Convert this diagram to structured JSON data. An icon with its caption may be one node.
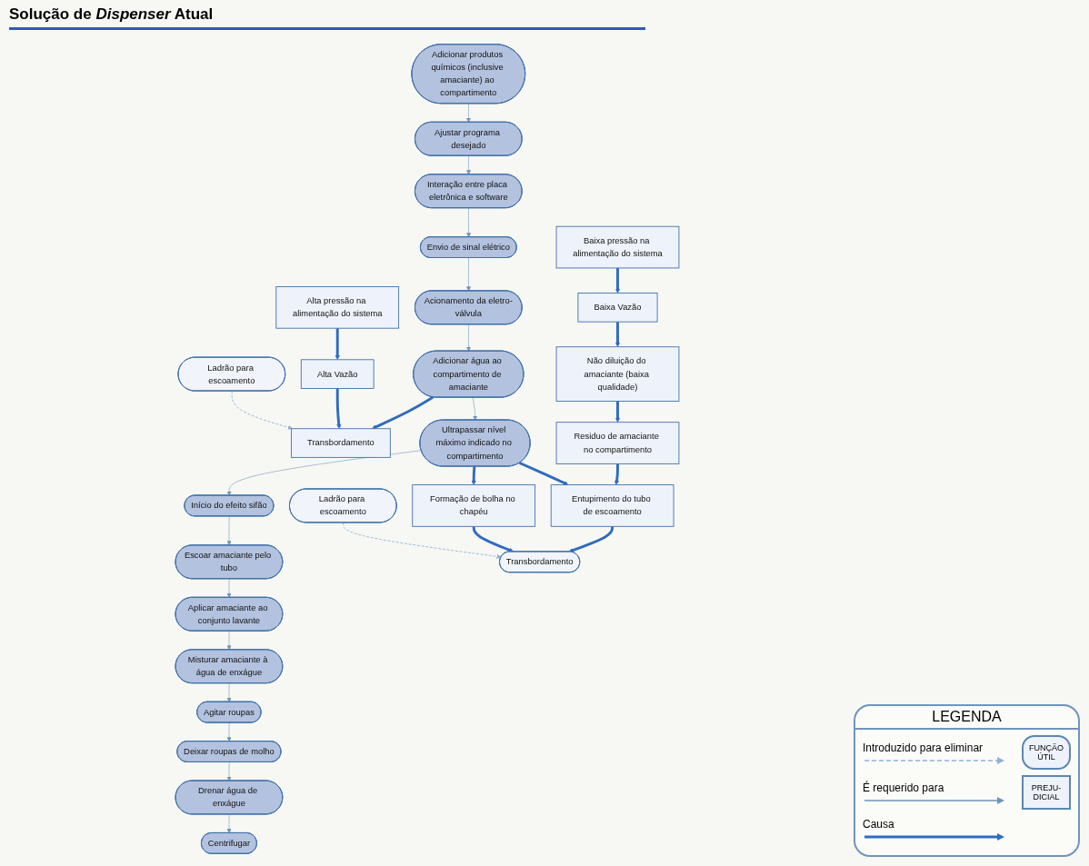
{
  "diagram": {
    "title": "Solução de *Dispenser* Atual",
    "nodes": [
      {
        "text": [
          "Ajustar programa desejado"
        ]
      },
      {
        "text": [
          "Interação entre placa eletrônica e software"
        ]
      },
      {
        "text": [
          "Envio de sinal elétrico"
        ]
      },
      {
        "text": [
          "Acionamento da eletro-válvula"
        ]
      },
      {
        "text": [
          "Adicionar água ao compartimento de amaciante"
        ]
      },
      {
        "text": [
          "Adicionar produtos químicos (inclusive amaciante) ao compartimento"
        ]
      },
      {
        "text": [
          "Ladrão para escoamento"
        ]
      },
      {
        "text": [
          "Transbordamento"
        ]
      },
      {
        "text": [
          "Alta Vazão"
        ]
      },
      {
        "text": [
          "Alta pressão na alimentação do sistema"
        ]
      },
      {
        "text": [
          "Misturar amaciante à água de enxágue"
        ]
      },
      {
        "text": [
          "Aplicar amaciante ao conjunto lavante"
        ]
      },
      {
        "text": [
          "Escoar amaciante pelo tubo"
        ]
      },
      {
        "text": [
          "Início do efeito sifão"
        ]
      },
      {
        "text": [
          "Ultrapassar nível máximo indicado no compartimento"
        ]
      },
      {
        "text": [
          "Agitar roupas"
        ]
      },
      {
        "text": [
          "Baixa pressão na alimentação do sistema"
        ]
      },
      {
        "text": [
          "Baixa Vazão"
        ]
      },
      {
        "text": [
          "Não diluição do amaciante (baixa qualidade)"
        ]
      },
      {
        "text": [
          "Residuo de amaciante no compartimento"
        ]
      },
      {
        "text": [
          "Deixar roupas de molho"
        ]
      },
      {
        "text": [
          "Entupimento do tubo de escoamento"
        ]
      },
      {
        "text": [
          "Formação de bolha no chapéu"
        ]
      },
      {
        "text": [
          "Drenar água de enxágue"
        ]
      },
      {
        "text": [
          "Centrifugar"
        ]
      },
      {
        "text": [
          "Ladrão para escoamento"
        ]
      },
      {
        "text": [
          "Transbordamento"
        ]
      }
    ],
    "edges": [
      {
        "from": 5,
        "to": 0,
        "arrow": "to"
      },
      {
        "from": 0,
        "to": 1,
        "arrow": "to"
      },
      {
        "from": 1,
        "to": 2,
        "arrow": "to"
      },
      {
        "from": 2,
        "to": 3,
        "arrow": "to"
      },
      {
        "from": 3,
        "to": 4,
        "arrow": "to"
      },
      {
        "from": 4,
        "to": 14,
        "arrow": "to"
      },
      {
        "from": 4,
        "to": 7,
        "arrow": "to",
        "style": "thick"
      },
      {
        "from": 8,
        "to": 7,
        "arrow": "to",
        "style": "thick"
      },
      {
        "from": 9,
        "to": 8,
        "arrow": "to",
        "style": "thick"
      },
      {
        "from": 6,
        "to": 7,
        "arrow": "to",
        "style": "dashed"
      },
      {
        "from": 14,
        "to": 13,
        "arrow": "to"
      },
      {
        "from": 13,
        "to": 12,
        "arrow": "to"
      },
      {
        "from": 12,
        "to": 11,
        "arrow": "to"
      },
      {
        "from": 11,
        "to": 10,
        "arrow": "to"
      },
      {
        "from": 10,
        "to": 15,
        "arrow": "to"
      },
      {
        "from": 15,
        "to": 20,
        "arrow": "to"
      },
      {
        "from": 20,
        "to": 23,
        "arrow": "to"
      },
      {
        "from": 23,
        "to": 24,
        "arrow": "to"
      },
      {
        "from": 16,
        "to": 17,
        "arrow": "to",
        "style": "thick"
      },
      {
        "from": 17,
        "to": 18,
        "arrow": "to",
        "style": "thick"
      },
      {
        "from": 18,
        "to": 19,
        "arrow": "to",
        "style": "thick"
      },
      {
        "from": 19,
        "to": 21,
        "arrow": "to",
        "style": "thick"
      },
      {
        "from": 14,
        "to": 21,
        "arrow": "to",
        "style": "thick"
      },
      {
        "from": 14,
        "to": 22,
        "arrow": "to",
        "style": "thick"
      },
      {
        "from": 21,
        "to": 26,
        "arrow": "to",
        "style": "thick"
      },
      {
        "from": 22,
        "to": 26,
        "arrow": "to",
        "style": "thick"
      },
      {
        "from": 25,
        "to": 26,
        "arrow": "to",
        "style": "dashed"
      }
    ],
    "labels": [
      "LEGENDA",
      "FUNÇÃO ÚTIL",
      "PREJU- DICIAL"
    ],
    "legend": [
      {
        "text": "Introduzido para eliminar"
      },
      {
        "text": "É requerido para"
      },
      {
        "text": "Causa"
      }
    ]
  }
}
